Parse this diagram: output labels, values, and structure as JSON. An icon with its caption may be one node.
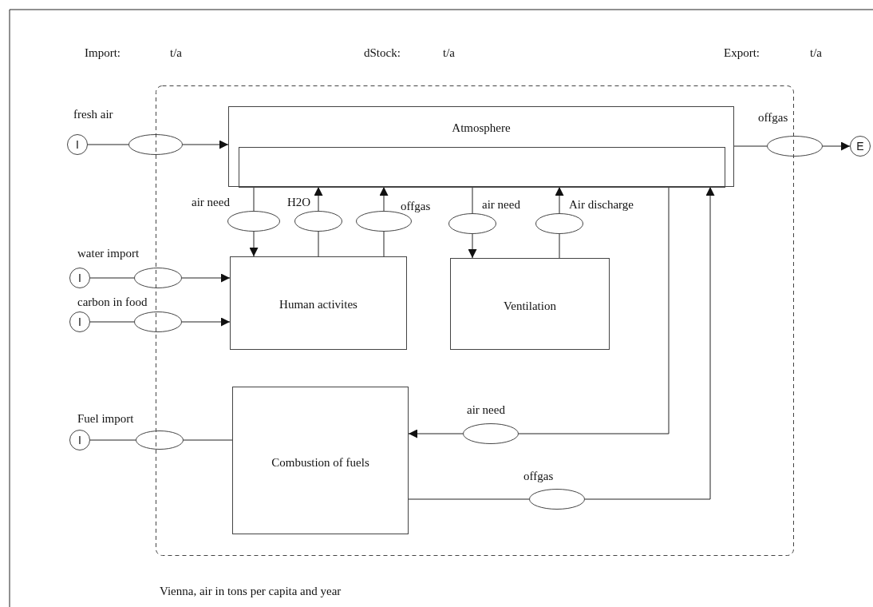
{
  "diagram": {
    "caption": "Vienna, air in tons per capita and year",
    "nodes": [
      {
        "text": [],
        "shape": "box"
      },
      {
        "text": [
          "Atmosphere"
        ],
        "in": 0
      },
      {
        "text": [],
        "shape": "box",
        "in": 1
      },
      {
        "text": [
          "I"
        ]
      },
      {
        "text": [],
        "shape": "ellipse",
        "beside": [
          "fresh air"
        ]
      },
      {
        "text": [],
        "shape": "ellipse",
        "beside": [
          "offgas"
        ]
      },
      {
        "text": [
          "E"
        ]
      },
      {
        "text": [],
        "shape": "ellipse",
        "beside": [
          "air need"
        ],
        "in": 0
      },
      {
        "text": [],
        "shape": "ellipse",
        "beside": [
          "H2O"
        ],
        "in": 0
      },
      {
        "text": [],
        "shape": "ellipse",
        "beside": [
          "offgas"
        ],
        "in": 0
      },
      {
        "text": [],
        "shape": "ellipse",
        "beside": [
          "air need"
        ],
        "in": 0
      },
      {
        "text": [],
        "shape": "ellipse",
        "beside": [
          "Air discharge"
        ],
        "in": 0
      },
      {
        "text": [
          "I"
        ]
      },
      {
        "text": [],
        "shape": "ellipse",
        "beside": [
          "water import"
        ]
      },
      {
        "text": [
          "Human activites"
        ],
        "in": 0
      },
      {
        "text": [
          "Ventilation"
        ],
        "in": 0
      },
      {
        "text": [
          "I"
        ]
      },
      {
        "text": [],
        "shape": "ellipse",
        "beside": [
          "carbon in food"
        ]
      },
      {
        "text": [
          "I"
        ]
      },
      {
        "text": [],
        "shape": "ellipse",
        "beside": [
          "Fuel import"
        ]
      },
      {
        "text": [
          "Combustion of fuels"
        ],
        "in": 0
      },
      {
        "text": [],
        "shape": "ellipse",
        "beside": [
          "air need"
        ],
        "in": 0
      },
      {
        "text": [],
        "shape": "ellipse",
        "beside": [
          "offgas"
        ],
        "in": 0
      }
    ],
    "edges": [
      {
        "from": 3,
        "to": 4,
        "arrow": "none"
      },
      {
        "from": 4,
        "to": 1,
        "arrow": "to"
      },
      {
        "from": 1,
        "to": 5,
        "arrow": "none"
      },
      {
        "from": 5,
        "to": 6,
        "arrow": "to"
      },
      {
        "from": 1,
        "to": 7,
        "arrow": "none"
      },
      {
        "from": 7,
        "to": 14,
        "arrow": "to"
      },
      {
        "from": 14,
        "to": 8,
        "arrow": "none"
      },
      {
        "from": 8,
        "to": 1,
        "arrow": "to"
      },
      {
        "from": 14,
        "to": 9,
        "arrow": "none"
      },
      {
        "from": 9,
        "to": 1,
        "arrow": "to"
      },
      {
        "from": 1,
        "to": 10,
        "arrow": "none"
      },
      {
        "from": 10,
        "to": 15,
        "arrow": "to"
      },
      {
        "from": 15,
        "to": 11,
        "arrow": "none"
      },
      {
        "from": 11,
        "to": 1,
        "arrow": "to"
      },
      {
        "from": 12,
        "to": 13,
        "arrow": "none"
      },
      {
        "from": 13,
        "to": 14,
        "arrow": "to"
      },
      {
        "from": 16,
        "to": 17,
        "arrow": "none"
      },
      {
        "from": 17,
        "to": 14,
        "arrow": "to"
      },
      {
        "from": 18,
        "to": 19,
        "arrow": "none"
      },
      {
        "from": 19,
        "to": 20,
        "arrow": "none"
      },
      {
        "from": 1,
        "to": 21,
        "arrow": "none"
      },
      {
        "from": 21,
        "to": 20,
        "arrow": "to"
      },
      {
        "from": 20,
        "to": 22,
        "arrow": "none"
      },
      {
        "from": 22,
        "to": 1,
        "arrow": "to"
      }
    ],
    "labels": [
      "Import:",
      "t/a",
      "dStock:",
      "t/a",
      "Export:",
      "t/a"
    ]
  }
}
